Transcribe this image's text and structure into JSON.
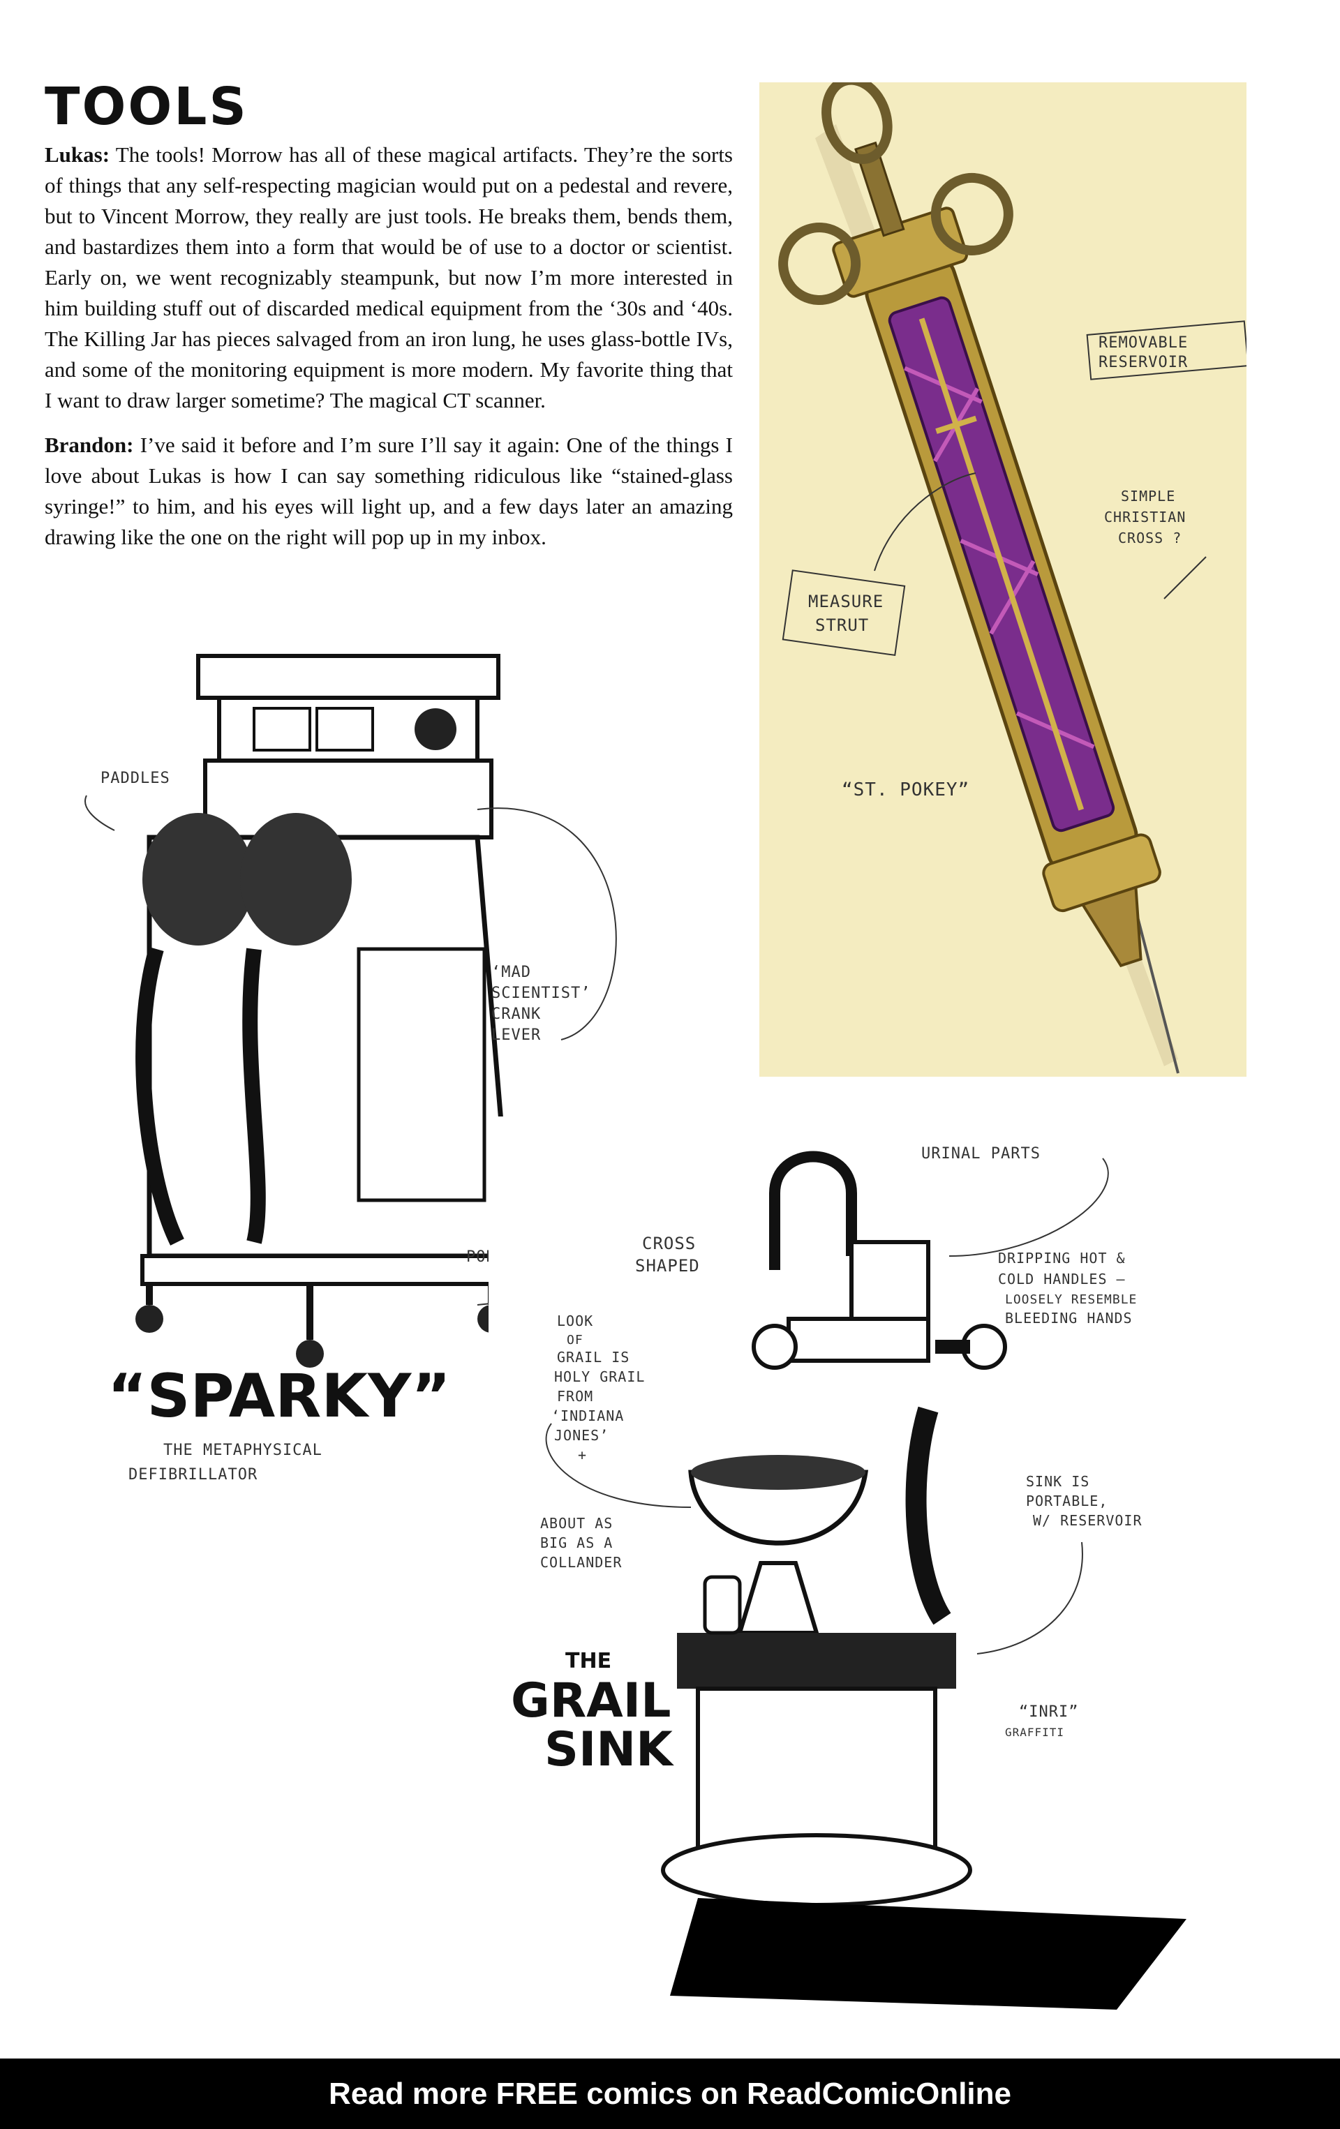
{
  "section_title": "TOOLS",
  "paragraphs": [
    {
      "speaker": "Lukas:",
      "text": "The tools! Morrow has all of these magical artifacts. They’re the sorts of things that any self-respecting magician would put on a pedestal and revere, but to Vincent Morrow, they really are just tools. He breaks them, bends them, and bastardizes them into a form that would be of use to a doctor or scientist. Early on, we went recognizably steampunk, but now I’m more interested in him building stuff out of discarded medical equipment from the ‘30s and ‘40s. The Killing Jar has pieces salvaged from an iron lung, he uses glass-bottle IVs, and some of the monitoring equipment is more modern. My favorite thing that I want to draw larger sometime? The magical CT scanner."
    },
    {
      "speaker": "Brandon:",
      "text": "I’ve said it before and I’m sure I’ll say it again: One of the things I love about Lukas is how I can say something ridiculous like “stained-glass syringe!” to him, and his eyes will light up, and a few days later an amazing drawing like the one on the right will pop up in my inbox."
    }
  ],
  "syringe_art": {
    "notes": {
      "reservoir": [
        "REMOVABLE",
        "RESERVOIR"
      ],
      "cross": [
        "SIMPLE",
        "CHRISTIAN",
        "CROSS ?"
      ],
      "strut": [
        "MEASURE",
        "STRUT"
      ],
      "name": "“ST. POKEY”"
    }
  },
  "sparky_art": {
    "notes": {
      "paddles": "PADDLES",
      "lever": [
        "‘MAD",
        "SCIENTIST’",
        "CRANK",
        "LEVER"
      ],
      "portable": "PORTABLE"
    },
    "title": "“SPARKY”",
    "subtitle": [
      "THE METAPHYSICAL",
      "DEFIBRILLATOR"
    ]
  },
  "grail_art": {
    "notes": {
      "urinal": "URINAL PARTS",
      "cross": [
        "CROSS",
        "SHAPED"
      ],
      "dripping": [
        "DRIPPING HOT &",
        "COLD HANDLES –",
        "LOOSELY RESEMBLE",
        "BLEEDING HANDS"
      ],
      "look": [
        "LOOK",
        "OF",
        "GRAIL IS",
        "HOLY GRAIL",
        "FROM",
        "‘INDIANA",
        "JONES’",
        "+"
      ],
      "about": [
        "ABOUT AS",
        "BIG AS A",
        "COLLANDER"
      ],
      "sink": [
        "SINK IS",
        "PORTABLE,",
        "W/ RESERVOIR"
      ],
      "inri": "“INRI”",
      "graffiti": "GRAFFITI"
    },
    "title": [
      "THE",
      "GRAIL",
      "SINK"
    ]
  },
  "footer_text": "Read more FREE comics on ReadComicOnline"
}
